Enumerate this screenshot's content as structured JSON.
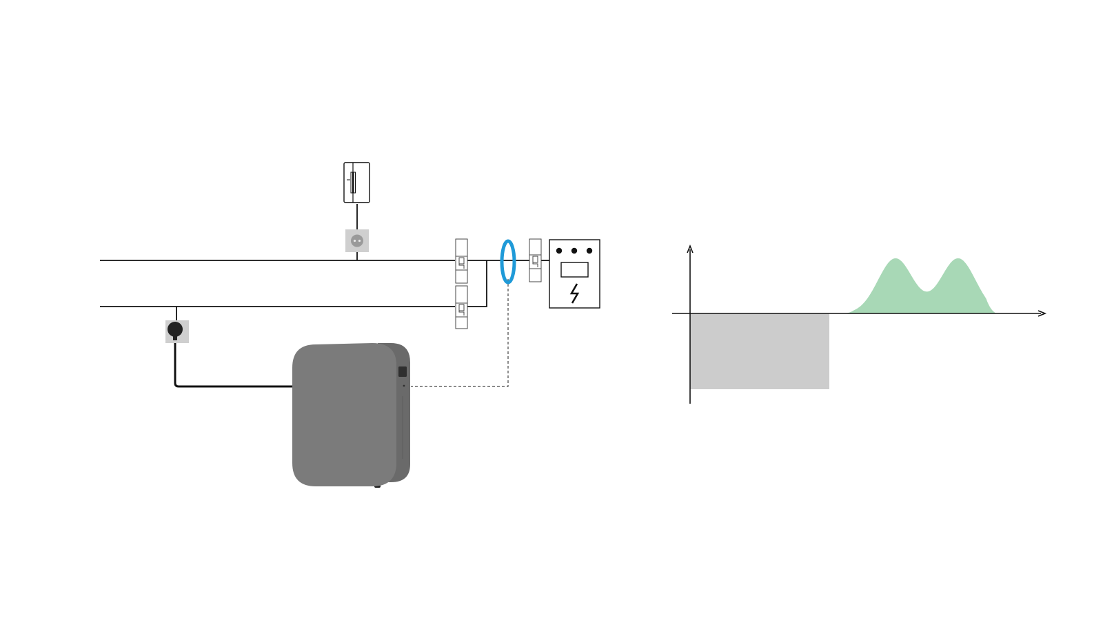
{
  "colors": {
    "background": "#ffffff",
    "line": "#111111",
    "outline": "#444444",
    "sensor_clamp": "#1f9ad8",
    "battery_body": "#7b7b7b",
    "battery_shade": "#6a6a6a",
    "socket_plate": "#cfcfcf",
    "plug": "#222222",
    "consumption_area": "#cccccc",
    "generation_area": "#a8d8b6"
  },
  "diagram": {
    "components": [
      {
        "name": "refrigerator",
        "icon": "refrigerator-icon"
      },
      {
        "name": "upper-wall-socket",
        "icon": "socket-icon"
      },
      {
        "name": "lower-wall-socket-with-plug",
        "icon": "plug-icon"
      },
      {
        "name": "circuit-breaker-upper",
        "icon": "breaker-icon"
      },
      {
        "name": "circuit-breaker-lower",
        "icon": "breaker-icon"
      },
      {
        "name": "current-sensor-clamp",
        "icon": "clamp-icon"
      },
      {
        "name": "main-breaker",
        "icon": "breaker-icon"
      },
      {
        "name": "electricity-meter",
        "icon": "meter-icon"
      },
      {
        "name": "home-battery",
        "icon": "battery-icon"
      }
    ]
  },
  "mini_chart": {
    "type": "area",
    "axes": {
      "x_arrow": true,
      "y_arrow": true,
      "labels_shown": false
    },
    "consumption_block": {
      "x_start": 0.0,
      "x_end": 0.4,
      "depth": 1.1
    },
    "generation_peaks": [
      {
        "center": 0.59,
        "height": 0.8
      },
      {
        "center": 0.77,
        "height": 0.8
      }
    ],
    "generation_range": [
      0.44,
      0.88
    ]
  }
}
